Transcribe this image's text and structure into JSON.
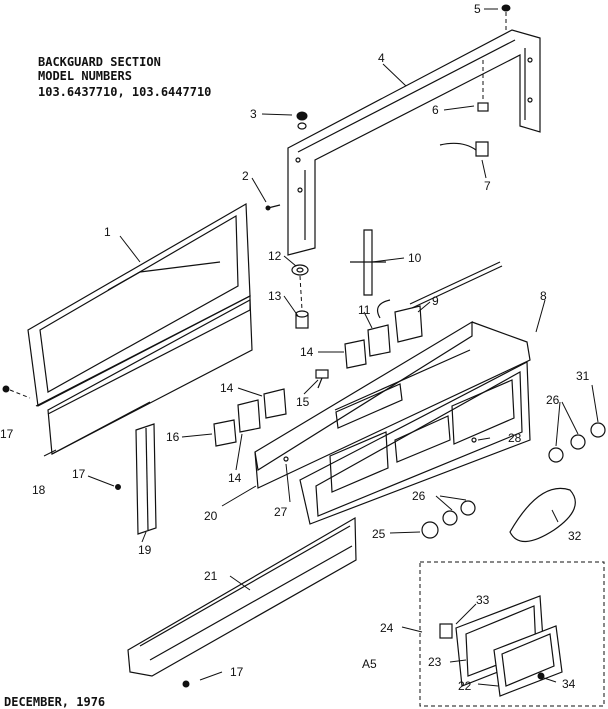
{
  "header": {
    "line1": "BACKGUARD SECTION",
    "line2": "MODEL NUMBERS",
    "line3": "103.6437710, 103.6447710"
  },
  "footer": {
    "date": "DECEMBER, 1976"
  },
  "inset_label": "A5",
  "callouts": [
    {
      "id": "c1",
      "text": "1"
    },
    {
      "id": "c2",
      "text": "2"
    },
    {
      "id": "c3",
      "text": "3"
    },
    {
      "id": "c4",
      "text": "4"
    },
    {
      "id": "c5",
      "text": "5"
    },
    {
      "id": "c6",
      "text": "6"
    },
    {
      "id": "c7",
      "text": "7"
    },
    {
      "id": "c8",
      "text": "8"
    },
    {
      "id": "c9",
      "text": "9"
    },
    {
      "id": "c10",
      "text": "10"
    },
    {
      "id": "c11",
      "text": "11"
    },
    {
      "id": "c12",
      "text": "12"
    },
    {
      "id": "c13",
      "text": "13"
    },
    {
      "id": "c14a",
      "text": "14"
    },
    {
      "id": "c14b",
      "text": "14"
    },
    {
      "id": "c14c",
      "text": "14"
    },
    {
      "id": "c15",
      "text": "15"
    },
    {
      "id": "c16",
      "text": "16"
    },
    {
      "id": "c17a",
      "text": "17"
    },
    {
      "id": "c17b",
      "text": "17"
    },
    {
      "id": "c17c",
      "text": "17"
    },
    {
      "id": "c18",
      "text": "18"
    },
    {
      "id": "c19",
      "text": "19"
    },
    {
      "id": "c20",
      "text": "20"
    },
    {
      "id": "c21",
      "text": "21"
    },
    {
      "id": "c22",
      "text": "22"
    },
    {
      "id": "c23",
      "text": "23"
    },
    {
      "id": "c24",
      "text": "24"
    },
    {
      "id": "c25",
      "text": "25"
    },
    {
      "id": "c26a",
      "text": "26"
    },
    {
      "id": "c26b",
      "text": "26"
    },
    {
      "id": "c27",
      "text": "27"
    },
    {
      "id": "c28",
      "text": "28"
    },
    {
      "id": "c31",
      "text": "31"
    },
    {
      "id": "c32",
      "text": "32"
    },
    {
      "id": "c33",
      "text": "33"
    },
    {
      "id": "c34",
      "text": "34"
    }
  ]
}
